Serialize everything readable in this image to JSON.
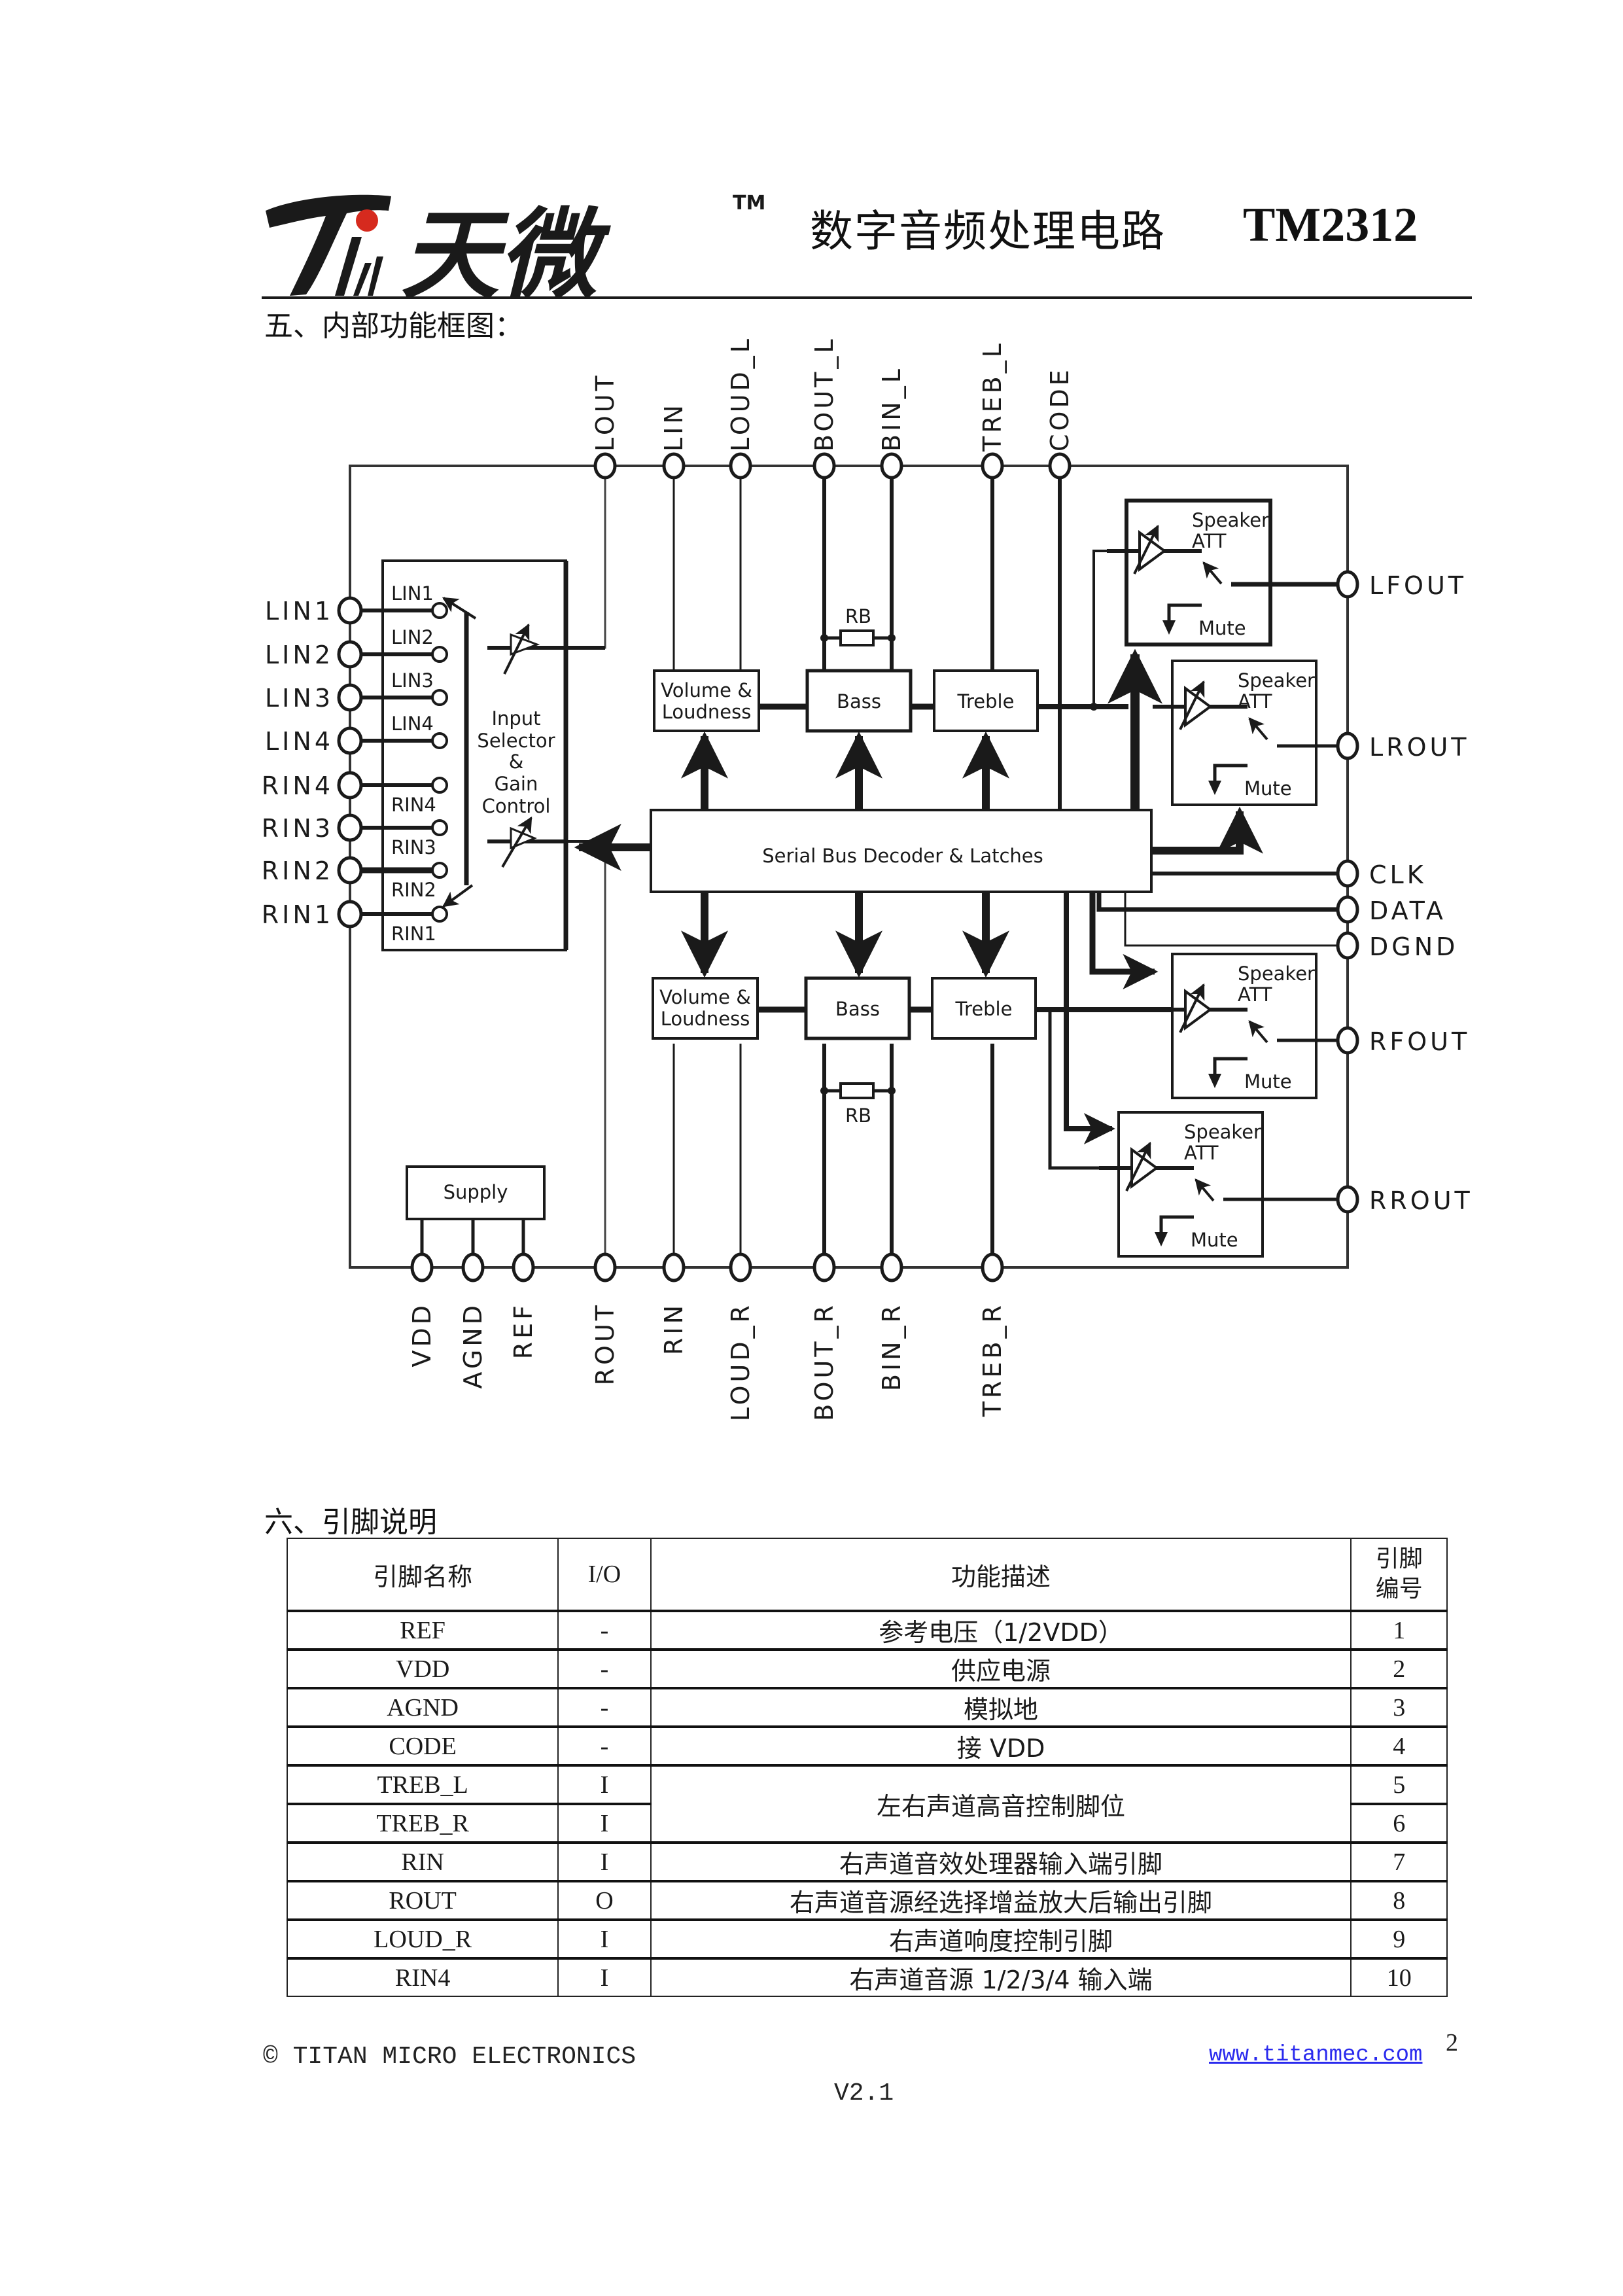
{
  "header": {
    "logo_text": "Ti 天微",
    "trademark": "TM",
    "title": "数字音频处理电路",
    "model": "TM2312"
  },
  "colors": {
    "logo_dot": "#d62a1e",
    "link": "#2a2aee",
    "ink": "#1a1a1a"
  },
  "section5": {
    "title": "五、内部功能框图："
  },
  "diagram": {
    "top_pins": [
      "LOUT",
      "LIN",
      "LOUD_L",
      "BOUT_L",
      "BIN_L",
      "TREB_L",
      "CODE"
    ],
    "bottom_pins": [
      "VDD",
      "AGND",
      "REF",
      "ROUT",
      "RIN",
      "LOUD_R",
      "BOUT_R",
      "BIN_R",
      "TREB_R"
    ],
    "left_pins": [
      "LIN1",
      "LIN2",
      "LIN3",
      "LIN4",
      "RIN4",
      "RIN3",
      "RIN2",
      "RIN1"
    ],
    "right_pins": [
      "LFOUT",
      "LROUT",
      "CLK",
      "DATA",
      "DGND",
      "RFOUT",
      "RROUT"
    ],
    "input_selector": {
      "inputs": [
        "LIN1",
        "LIN2",
        "LIN3",
        "LIN4",
        "RIN4",
        "RIN3",
        "RIN2",
        "RIN1"
      ],
      "label_lines": [
        "Input",
        "Selector",
        "&",
        "Gain",
        "Control"
      ]
    },
    "blocks": {
      "volume_line1": "Volume &",
      "volume_line2": "Loudness",
      "bass": "Bass",
      "treble": "Treble",
      "resistor": "RB",
      "decoder": "Serial Bus Decoder & Latches",
      "supply": "Supply",
      "speaker_line1": "Speaker",
      "speaker_line2": "ATT",
      "mute": "Mute"
    }
  },
  "section6": {
    "title": "六、引脚说明",
    "table": {
      "headers": [
        "引脚名称",
        "I/O",
        "功能描述",
        "引脚编号"
      ],
      "rows": [
        {
          "name": "REF",
          "io": "-",
          "desc": "参考电压（1/2VDD）",
          "num": "1"
        },
        {
          "name": "VDD",
          "io": "-",
          "desc": "供应电源",
          "num": "2"
        },
        {
          "name": "AGND",
          "io": "-",
          "desc": "模拟地",
          "num": "3"
        },
        {
          "name": "CODE",
          "io": "-",
          "desc": "接 VDD",
          "num": "4"
        },
        {
          "name": "TREB_L",
          "io": "I",
          "desc": "左右声道高音控制脚位",
          "num": "5"
        },
        {
          "name": "TREB_R",
          "io": "I",
          "desc": "",
          "num": "6"
        },
        {
          "name": "RIN",
          "io": "I",
          "desc": "右声道音效处理器输入端引脚",
          "num": "7"
        },
        {
          "name": "ROUT",
          "io": "O",
          "desc": "右声道音源经选择增益放大后输出引脚",
          "num": "8"
        },
        {
          "name": "LOUD_R",
          "io": "I",
          "desc": "右声道响度控制引脚",
          "num": "9"
        },
        {
          "name": "RIN4",
          "io": "I",
          "desc": "右声道音源 1/2/3/4 输入端",
          "num": "10"
        }
      ]
    }
  },
  "footer": {
    "copyright": "© TITAN MICRO ELECTRONICS",
    "link": "www.titanmec.com",
    "page": "2",
    "version": "V2.1"
  }
}
